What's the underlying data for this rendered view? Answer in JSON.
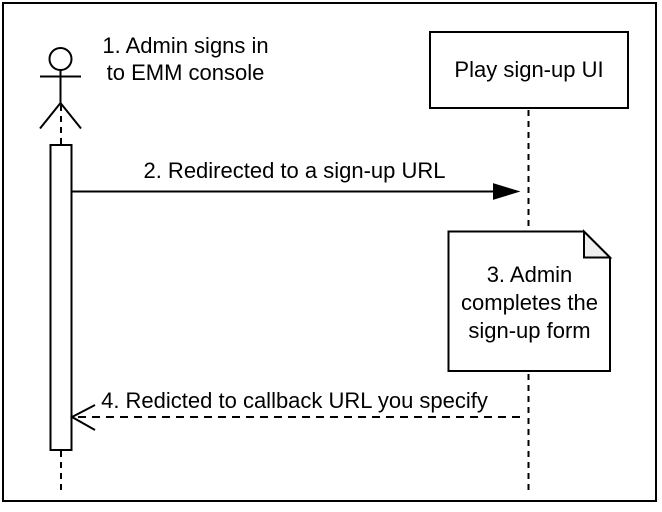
{
  "colors": {
    "background": "#ffffff",
    "stroke": "#000000",
    "note_fold_fill": "#efefef"
  },
  "diagram": {
    "type": "sequence-diagram",
    "actor_annotation": "1. Admin signs in\nto EMM console",
    "participant": {
      "label": "Play sign-up UI"
    },
    "messages": [
      {
        "label": "2. Redirected to a sign-up URL",
        "line_style": "solid",
        "arrowhead": "filled",
        "direction": "actor-to-participant"
      },
      {
        "label": "4. Redicted to callback URL you specify",
        "line_style": "dashed",
        "arrowhead": "open",
        "direction": "participant-to-actor"
      }
    ],
    "note": {
      "label": "3. Admin\ncompletes the\nsign-up form"
    }
  }
}
